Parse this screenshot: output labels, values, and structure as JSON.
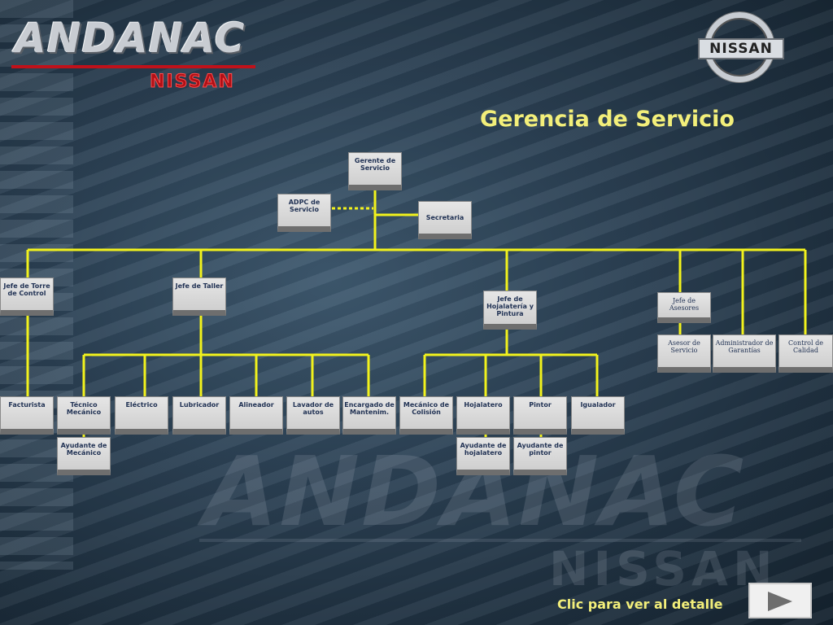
{
  "logo": {
    "main": "ANDANAC",
    "sub": "NISSAN"
  },
  "badge": {
    "label": "NISSAN"
  },
  "watermark": {
    "main": "ANDANAC",
    "sub": "NISSAN"
  },
  "title": "Gerencia de Servicio",
  "colors": {
    "connector": "#f2f21c",
    "title": "#f3ef7a",
    "box_text": "#223355"
  },
  "org": {
    "gerente": "Gerente de Servicio",
    "adpc": "ADPC de Servicio",
    "secretaria": "Secretaria",
    "torre": "Jefe de Torre de Control",
    "taller": "Jefe de Taller",
    "hojalateria": "Jefe de Hojalatería y Pintura",
    "asesores": "Jefe de Asesores",
    "asesor": "Asesor de Servicio",
    "admin_garantias": "Administrador de Garantías",
    "calidad": "Control de Calidad",
    "facturista": "Facturista",
    "tecnico": "Técnico Mecánico",
    "electrico": "Eléctrico",
    "lubricador": "Lubricador",
    "alineador": "Alineador",
    "lavador": "Lavador de autos",
    "encargado": "Encargado de Mantenim.",
    "mec_colision": "Mecánico de Colisión",
    "hojalatero": "Hojalatero",
    "pintor": "Pintor",
    "igualador": "Igualador",
    "ayud_mecanico": "Ayudante de Mecánico",
    "ayud_hojalatero": "Ayudante de hojalatero",
    "ayud_pintor": "Ayudante de pintor"
  },
  "footer": {
    "cta": "Clic para ver al detalle"
  },
  "icons": {
    "next": "play-arrow-icon"
  }
}
